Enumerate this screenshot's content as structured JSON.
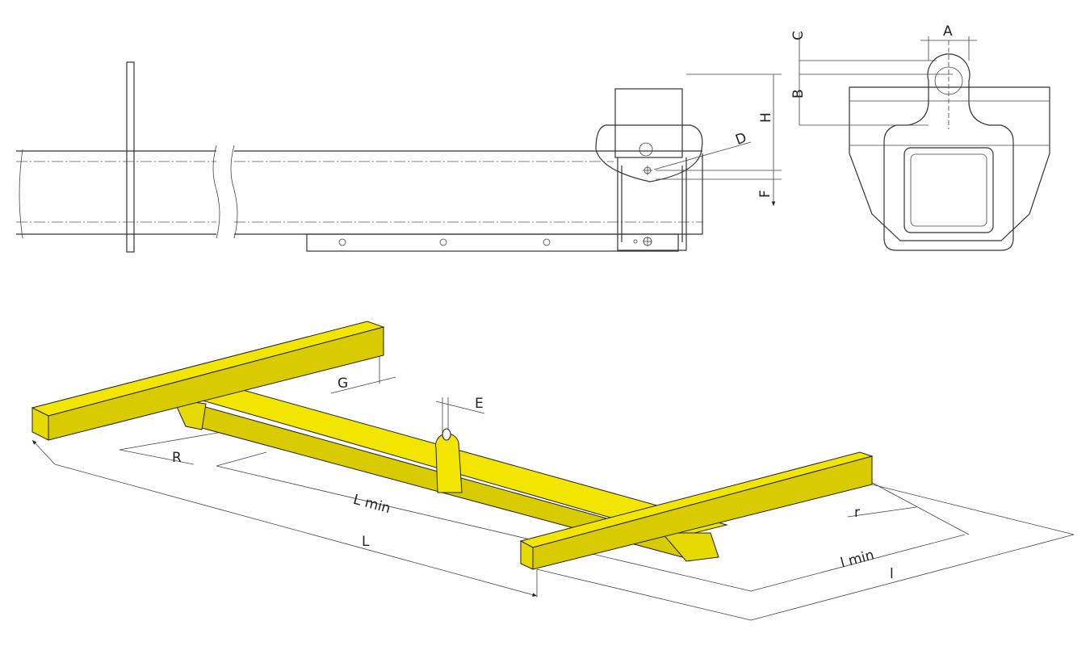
{
  "title": "Adjustable spreader beam frame",
  "colors": {
    "beam": "#f2e600",
    "beam_shade": "#c9be00",
    "line": "#333333"
  },
  "side_view": {
    "labels": {
      "D": "D",
      "H": "H",
      "F": "F"
    }
  },
  "end_view": {
    "labels": {
      "A": "A",
      "B": "B",
      "C": "C"
    }
  },
  "iso_view": {
    "labels": {
      "G": "G",
      "E": "E",
      "R": "R",
      "L_min": "L min",
      "L": "L",
      "r": "r",
      "l_min": "l min",
      "l": "l"
    }
  }
}
